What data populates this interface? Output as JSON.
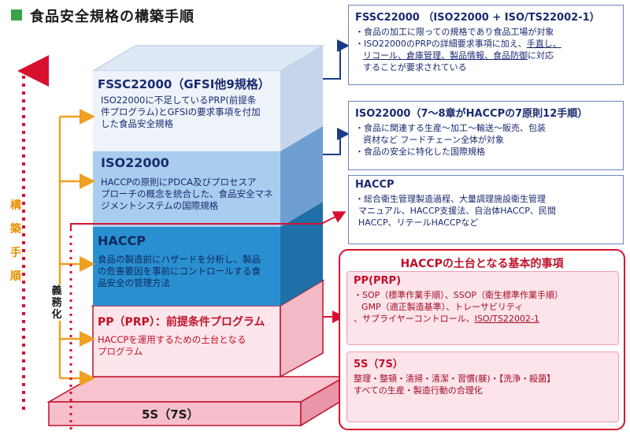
{
  "title": "食品安全規格の構築手順",
  "side_label": [
    "構",
    "築",
    "手",
    "順"
  ],
  "mandatory_label": [
    "義",
    "務",
    "化"
  ],
  "layers": {
    "fssc": {
      "title": "FSSC22000（GFSI他9規格）",
      "desc": [
        "ISO22000に不足しているPRP(前提条",
        "件プログラム)とGFSIの要求事項を付加",
        "した食品安全規格"
      ]
    },
    "iso": {
      "title": "ISO22000",
      "desc": [
        "HACCPの原則にPDCA及びプロセスア",
        "プローチの概念を統合した、食品安全マネ",
        "ジメントシステムの国際規格"
      ]
    },
    "haccp": {
      "title": "HACCP",
      "desc": [
        "食品の製造前にハザードを分析し、製品",
        "の危害要因を事前にコントロールする食",
        "品安全の管理方法"
      ]
    },
    "prp": {
      "title": "PP（PRP）：前提条件プログラム",
      "desc": [
        "HACCPを運用するための土台となる",
        "プログラム"
      ]
    },
    "base": {
      "title": "5S（7S）"
    }
  },
  "boxes": {
    "fssc": {
      "title": "FSSC22000 （ISO22000 + ISO/TS22002-1）",
      "lines": [
        "・食品の加工に限っての規格であり食品工場が対象",
        "・ISO22000のPRPの詳細要求事項に加え、",
        "手直し、",
        "リコール、倉庫管理、製品情報、食品防御",
        "に対応",
        "することが要求されている"
      ]
    },
    "iso": {
      "title": "ISO22000（7～8章がHACCPの7原則12手順）",
      "lines": [
        "・食品に関連する生産～加工～輸送～販売、包装",
        "資材など フードチェーン全体が対象",
        "・食品の安全に特化した国際規格"
      ]
    },
    "haccp": {
      "title": "HACCP",
      "lines": [
        "・総合衛生管理製造過程、大量調理施設衛生管理",
        "マニュアル、HACCP支援法、自治体HACCP、民間",
        "HACCP、リテールHACCPなど"
      ]
    },
    "foundation": {
      "title": "HACCPの土台となる基本的事項"
    },
    "prp": {
      "title": "PP(PRP)",
      "lines": [
        "・SOP（標準作業手順）、SSOP（衛生標準作業手順）",
        "GMP（適正製造基準）、トレーサビリティ",
        "、サプライヤーコントロール、",
        "ISO/TS22002-1"
      ]
    },
    "s5": {
      "title": "5S（7S）",
      "lines": [
        "整理・整頓・清掃・清潔・習慣(躾)・【洗浄・殺菌】",
        "すべての生産・製造行動の合理化"
      ]
    }
  },
  "colors": {
    "orange": "#f0a020",
    "red": "#d81030",
    "navy": "#1a3a8a",
    "green": "#3aa34a"
  }
}
